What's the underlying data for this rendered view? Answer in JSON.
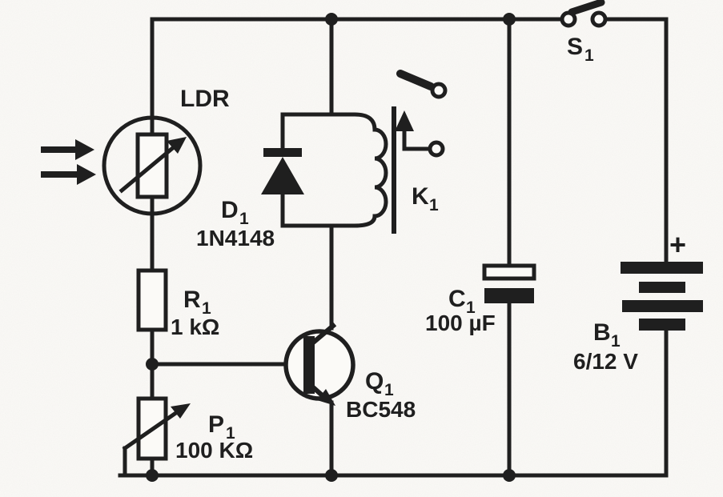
{
  "figure": {
    "type": "schematic-circuit-diagram",
    "description": "Light-activated relay circuit schematic",
    "ink_color": "#1f1f1f",
    "paper_color": "#fbfaf7"
  },
  "components": {
    "ldr": {
      "label": "LDR"
    },
    "d1": {
      "ref": "D",
      "sub": "1",
      "value": "1N4148"
    },
    "k1": {
      "ref": "K",
      "sub": "1"
    },
    "s1": {
      "ref": "S",
      "sub": "1"
    },
    "r1": {
      "ref": "R",
      "sub": "1",
      "value": "1 kΩ"
    },
    "p1": {
      "ref": "P",
      "sub": "1",
      "value": "100 KΩ"
    },
    "q1": {
      "ref": "Q",
      "sub": "1",
      "value": "BC548"
    },
    "c1": {
      "ref": "C",
      "sub": "1",
      "value": "100 µF"
    },
    "b1": {
      "ref": "B",
      "sub": "1",
      "value": "6/12 V",
      "polarity": "+"
    }
  }
}
